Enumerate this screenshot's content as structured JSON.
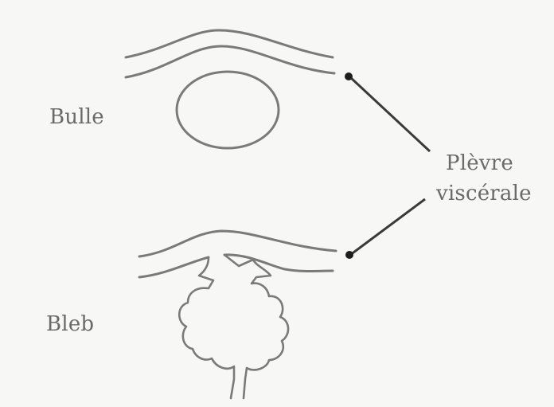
{
  "labels": {
    "bulle": "Bulle",
    "bleb": "Bleb",
    "plevre_line1": "Plèvre",
    "plevre_line2": "viscérale"
  },
  "colors": {
    "stroke": "#7a7a7a",
    "text": "#6a6a6a",
    "leader": "#3a3a3a",
    "dot": "#1e1e1e",
    "background": "#f7f7f5"
  }
}
